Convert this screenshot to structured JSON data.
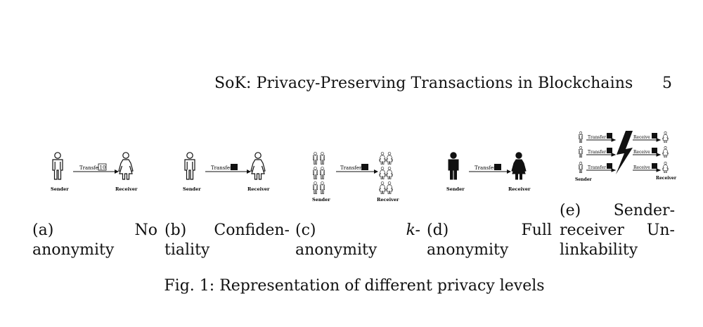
{
  "running_head": {
    "title": "SoK: Privacy-Preserving Transactions in Blockchains",
    "page_number": "5"
  },
  "figure": {
    "caption_label": "Fig. 1:",
    "caption_text": "Representation of different privacy levels",
    "subfigures": [
      {
        "id": "a",
        "label": "(a)",
        "title_first": "No",
        "title_second": "anonymity",
        "sender": "Sender",
        "receiver": "Receiver",
        "transfer": "Transfer",
        "amount": "10"
      },
      {
        "id": "b",
        "label": "(b)",
        "title_first": "Confiden-",
        "title_second": "tiality",
        "sender": "Sender",
        "receiver": "Receiver",
        "transfer": "Transfer"
      },
      {
        "id": "c",
        "label": "(c)",
        "title_first": "k-",
        "title_second": "anonymity",
        "sender": "Sender",
        "receiver": "Receiver",
        "transfer": "Transfer"
      },
      {
        "id": "d",
        "label": "(d)",
        "title_first": "Full",
        "title_second": "anonymity",
        "sender": "Sender",
        "receiver": "Receiver",
        "transfer": "Transfer"
      },
      {
        "id": "e",
        "label": "(e)",
        "title_first": "Sender-",
        "title_second": "receiver",
        "title_second_b": "Un-",
        "title_third": "linkability",
        "sender": "Sender",
        "receiver": "Receiver",
        "transfer": "Transfer",
        "receive": "Receive"
      }
    ]
  }
}
